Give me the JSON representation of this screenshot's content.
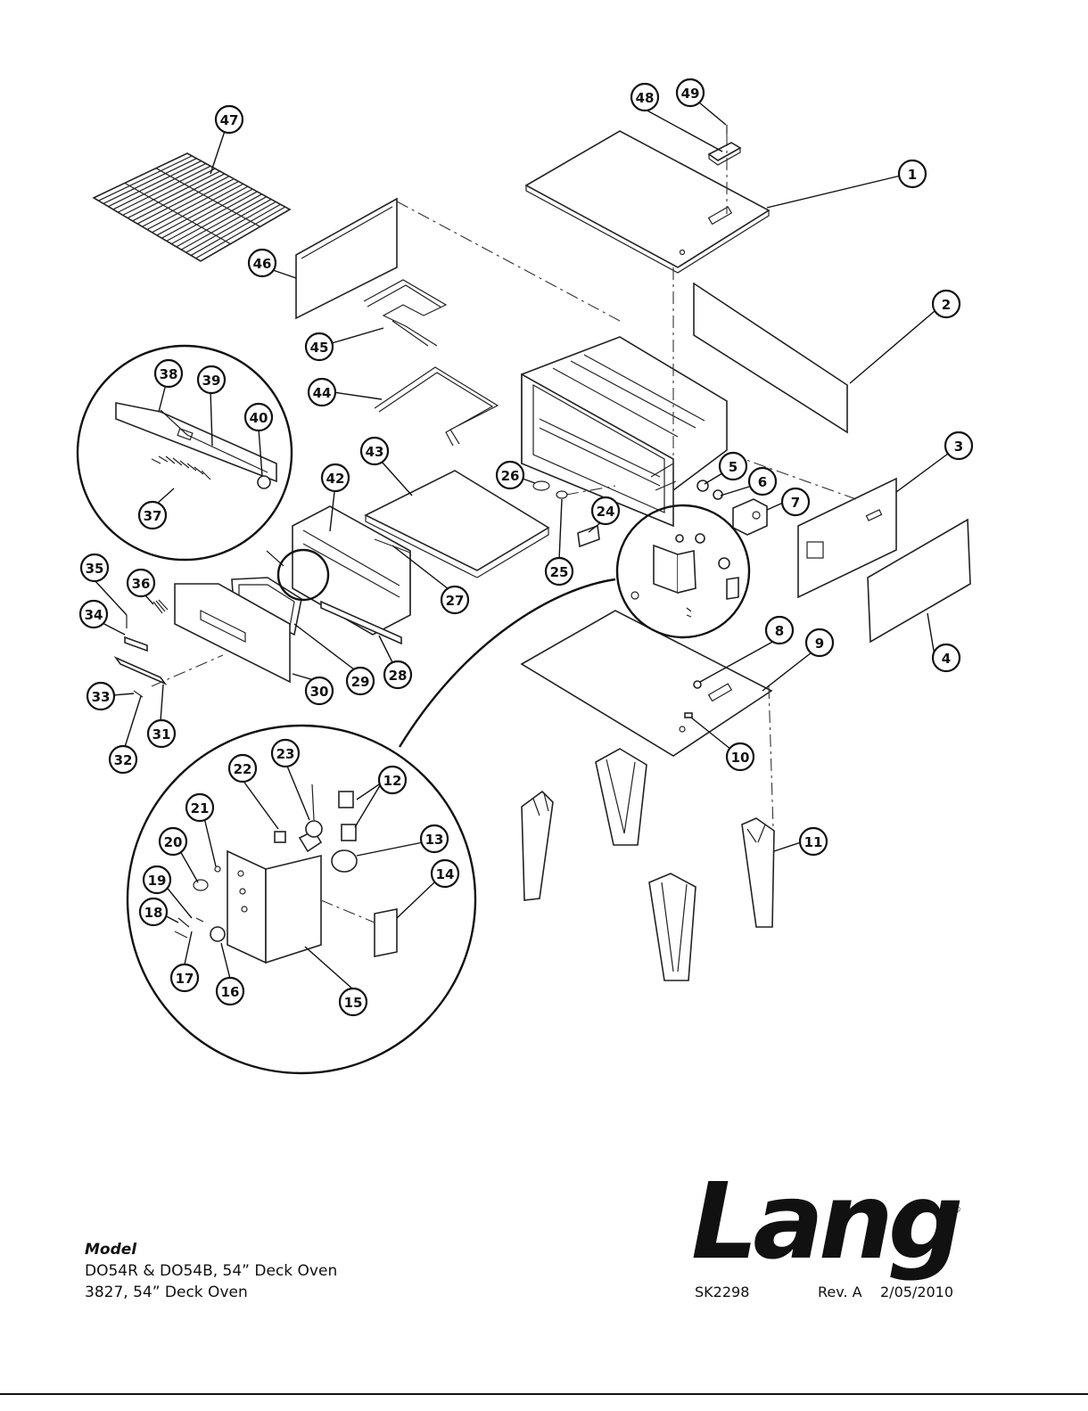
{
  "callouts": [
    {
      "id": "1",
      "label": "1"
    },
    {
      "id": "2",
      "label": "2"
    },
    {
      "id": "3",
      "label": "3"
    },
    {
      "id": "4",
      "label": "4"
    },
    {
      "id": "5",
      "label": "5"
    },
    {
      "id": "6",
      "label": "6"
    },
    {
      "id": "7",
      "label": "7"
    },
    {
      "id": "8",
      "label": "8"
    },
    {
      "id": "9",
      "label": "9"
    },
    {
      "id": "10",
      "label": "10"
    },
    {
      "id": "11",
      "label": "11"
    },
    {
      "id": "12",
      "label": "12"
    },
    {
      "id": "13",
      "label": "13"
    },
    {
      "id": "14",
      "label": "14"
    },
    {
      "id": "15",
      "label": "15"
    },
    {
      "id": "16",
      "label": "16"
    },
    {
      "id": "17",
      "label": "17"
    },
    {
      "id": "18",
      "label": "18"
    },
    {
      "id": "19",
      "label": "19"
    },
    {
      "id": "20",
      "label": "20"
    },
    {
      "id": "21",
      "label": "21"
    },
    {
      "id": "22",
      "label": "22"
    },
    {
      "id": "23",
      "label": "23"
    },
    {
      "id": "24",
      "label": "24"
    },
    {
      "id": "25",
      "label": "25"
    },
    {
      "id": "26",
      "label": "26"
    },
    {
      "id": "27",
      "label": "27"
    },
    {
      "id": "28",
      "label": "28"
    },
    {
      "id": "29",
      "label": "29"
    },
    {
      "id": "30",
      "label": "30"
    },
    {
      "id": "31",
      "label": "31"
    },
    {
      "id": "32",
      "label": "32"
    },
    {
      "id": "33",
      "label": "33"
    },
    {
      "id": "34",
      "label": "34"
    },
    {
      "id": "35",
      "label": "35"
    },
    {
      "id": "36",
      "label": "36"
    },
    {
      "id": "37",
      "label": "37"
    },
    {
      "id": "38",
      "label": "38"
    },
    {
      "id": "39",
      "label": "39"
    },
    {
      "id": "40",
      "label": "40"
    },
    {
      "id": "42",
      "label": "42"
    },
    {
      "id": "43",
      "label": "43"
    },
    {
      "id": "44",
      "label": "44"
    },
    {
      "id": "45",
      "label": "45"
    },
    {
      "id": "46",
      "label": "46"
    },
    {
      "id": "47",
      "label": "47"
    },
    {
      "id": "48",
      "label": "48"
    },
    {
      "id": "49",
      "label": "49"
    }
  ],
  "model": {
    "heading": "Model",
    "line1": "DO54R & DO54B, 54” Deck Oven",
    "line2": "3827, 54” Deck Oven"
  },
  "brand": {
    "logo_text": "Lang",
    "registered": "®"
  },
  "footer": {
    "drawing_number": "SK2298",
    "revision": "Rev. A",
    "date": "2/05/2010"
  }
}
